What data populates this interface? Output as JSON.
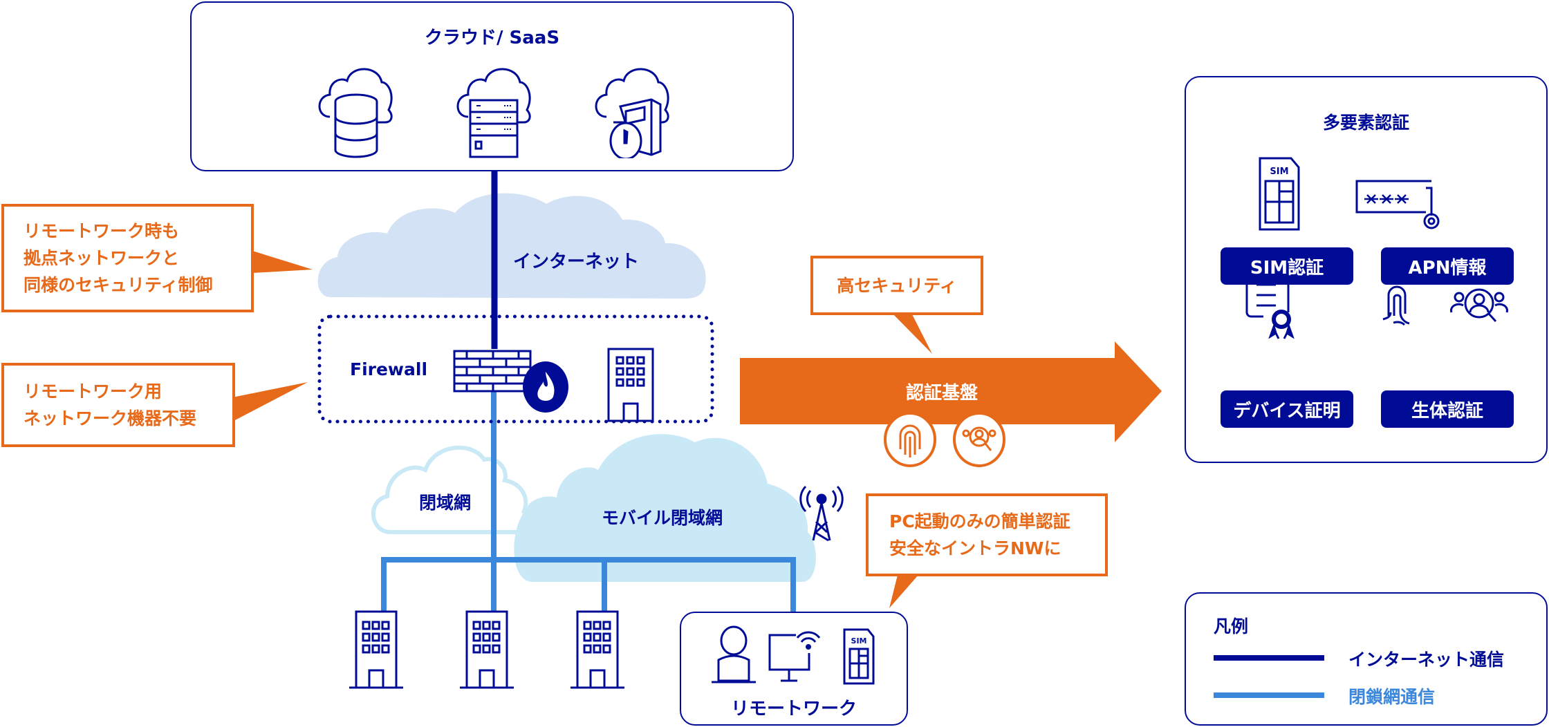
{
  "cloud_saas": {
    "title": "クラウド/ SaaS",
    "icons": [
      "cloud-database-icon",
      "cloud-server-icon",
      "cloud-datacenter-icon"
    ]
  },
  "internet": {
    "label": "インターネット"
  },
  "firewall": {
    "label": "Firewall"
  },
  "closed_network": {
    "label": "閉域網"
  },
  "mobile_closed_network": {
    "label": "モバイル閉域網"
  },
  "callouts": {
    "security_control": [
      "リモートワーク時も",
      "拠点ネットワークと",
      "同様のセキュリティ制御"
    ],
    "no_device": [
      "リモートワーク用",
      "ネットワーク機器不要"
    ],
    "high_security": "高セキュリティ",
    "simple_auth": [
      "PC起動のみの簡単認証",
      "安全なイントラNWに"
    ]
  },
  "auth_platform": {
    "label": "認証基盤"
  },
  "remote_work": {
    "label": "リモートワーク"
  },
  "mfa": {
    "title": "多要素認証",
    "items": [
      {
        "label": "SIM認証",
        "icon": "sim-card-icon"
      },
      {
        "label": "APN情報",
        "icon": "password-key-icon"
      },
      {
        "label": "デバイス証明",
        "icon": "certificate-icon"
      },
      {
        "label": "生体認証",
        "icon": "biometric-icon"
      }
    ]
  },
  "legend": {
    "title": "凡例",
    "items": [
      {
        "label": "インターネット通信",
        "color": "#000c96"
      },
      {
        "label": "閉鎖網通信",
        "color": "#3a87dc"
      }
    ]
  },
  "colors": {
    "navy": "#000c96",
    "light_blue": "#3a87dc",
    "orange": "#e66a1a",
    "internet_cloud": "#d3e2f4",
    "mobile_cloud": "#c9e9f6"
  }
}
